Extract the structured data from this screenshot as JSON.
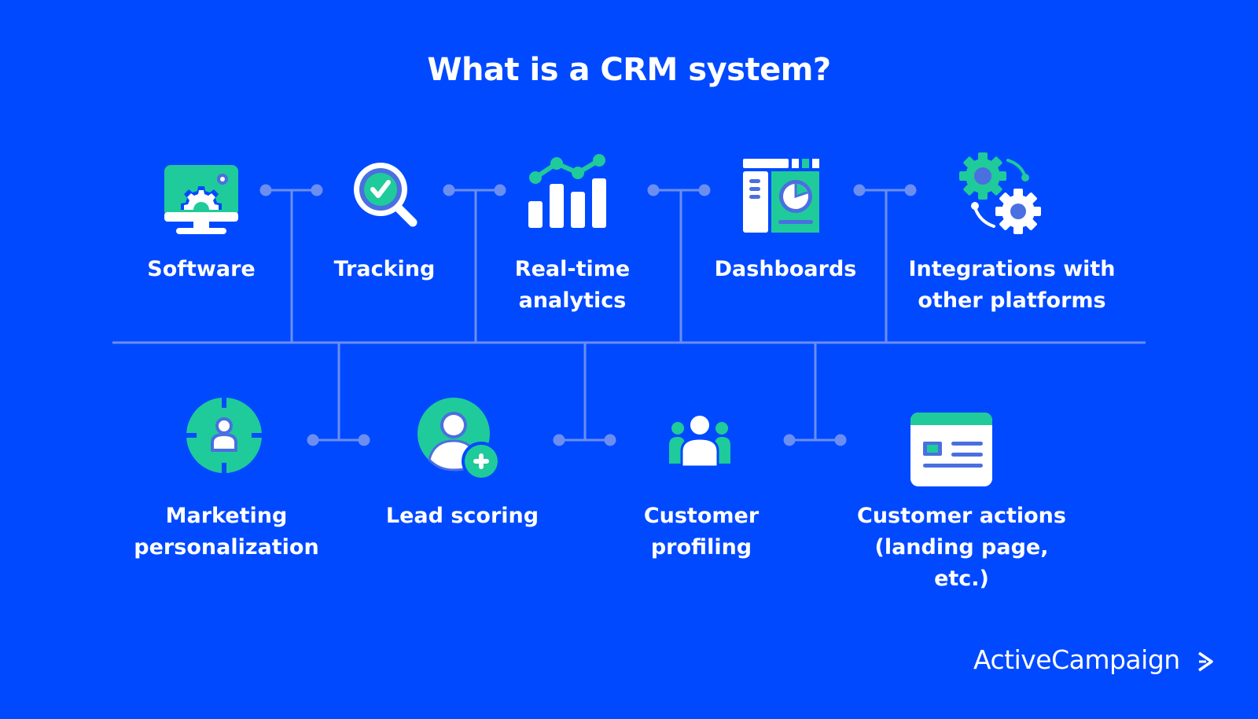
{
  "title": "What is a CRM system?",
  "colors": {
    "background": "#0049FF",
    "connector": "#6B8EF0",
    "accent_green": "#1FCB9A",
    "icon_blue": "#4A6FE0",
    "text": "#FFFFFF"
  },
  "top_items": [
    {
      "label": "Software",
      "icon": "monitor-gear-icon"
    },
    {
      "label": "Tracking",
      "icon": "magnifier-check-icon"
    },
    {
      "label": "Real-time\nanalytics",
      "icon": "bar-chart-trend-icon"
    },
    {
      "label": "Dashboards",
      "icon": "dashboard-pie-icon"
    },
    {
      "label": "Integrations with\nother platforms",
      "icon": "gears-sync-icon"
    }
  ],
  "bottom_items": [
    {
      "label": "Marketing\npersonalization",
      "icon": "target-user-icon"
    },
    {
      "label": "Lead scoring",
      "icon": "user-add-icon"
    },
    {
      "label": "Customer\nprofiling",
      "icon": "user-group-icon"
    },
    {
      "label": "Customer actions\n(landing page, etc.)",
      "icon": "landing-page-icon"
    }
  ],
  "brand": {
    "name": "ActiveCampaign",
    "icon": "chevron-right-icon"
  }
}
